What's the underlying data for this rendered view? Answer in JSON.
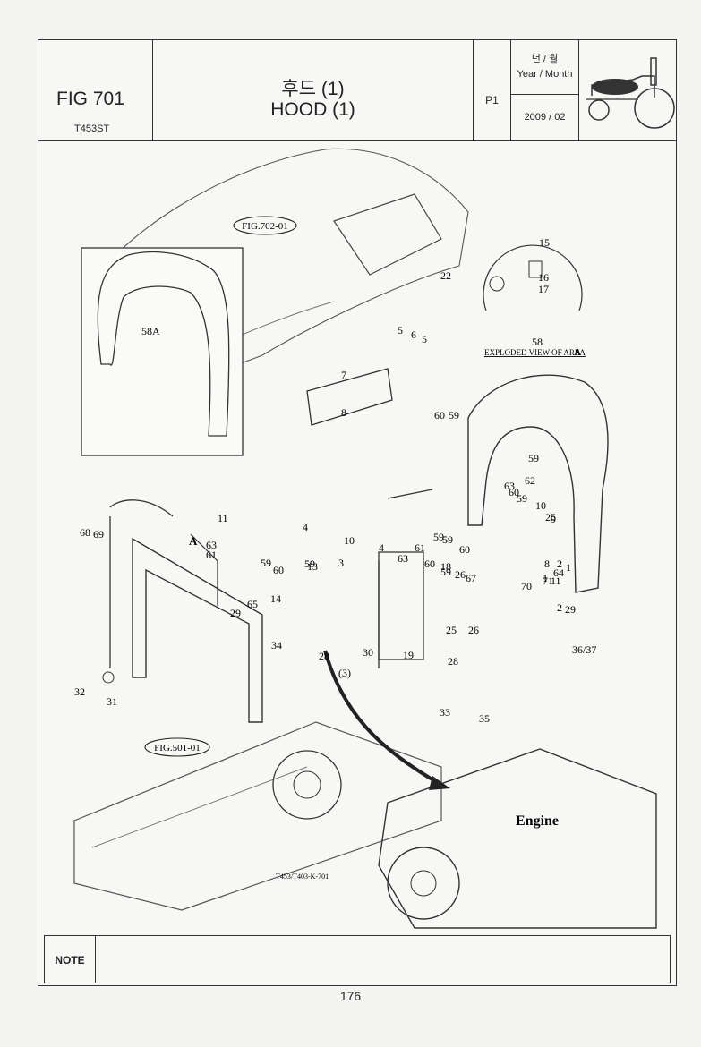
{
  "header": {
    "fig_label": "FIG 701",
    "model": "T453ST",
    "title_kr": "후드 (1)",
    "title_en": "HOOD (1)",
    "page_code": "P1",
    "date_label_kr": "년 / 월",
    "date_label_en": "Year / Month",
    "date_value": "2009 / 02",
    "tractor_icon": "tractor-icon"
  },
  "diagram": {
    "ref_fig702": "FIG.702-01",
    "ref_fig501": "FIG.501-01",
    "exploded_caption": "EXPLODED VIEW OF AREA",
    "exploded_area_letter": "A",
    "area_marker": "A",
    "engine_label": "Engine",
    "drawing_code": "T453/T403-K-701",
    "callouts": [
      "58A",
      "22",
      "15",
      "16",
      "17",
      "58",
      "5",
      "6",
      "5",
      "7",
      "8",
      "60",
      "59",
      "59",
      "62",
      "63",
      "60",
      "59",
      "10",
      "11",
      "4",
      "3",
      "10",
      "4",
      "63",
      "61",
      "60",
      "59",
      "59",
      "60",
      "59",
      "26",
      "25",
      "9",
      "8",
      "2",
      "1",
      "11",
      "68",
      "69",
      "63",
      "61",
      "59",
      "60",
      "59",
      "13",
      "18",
      "67",
      "70",
      "71",
      "64",
      "1",
      "2",
      "29",
      "29",
      "65",
      "14",
      "28",
      "(3)",
      "34",
      "25",
      "26",
      "30",
      "19",
      "28",
      "33",
      "32",
      "31",
      "36/37",
      "35"
    ]
  },
  "note": {
    "label": "NOTE",
    "text": ""
  },
  "page_number": "176"
}
